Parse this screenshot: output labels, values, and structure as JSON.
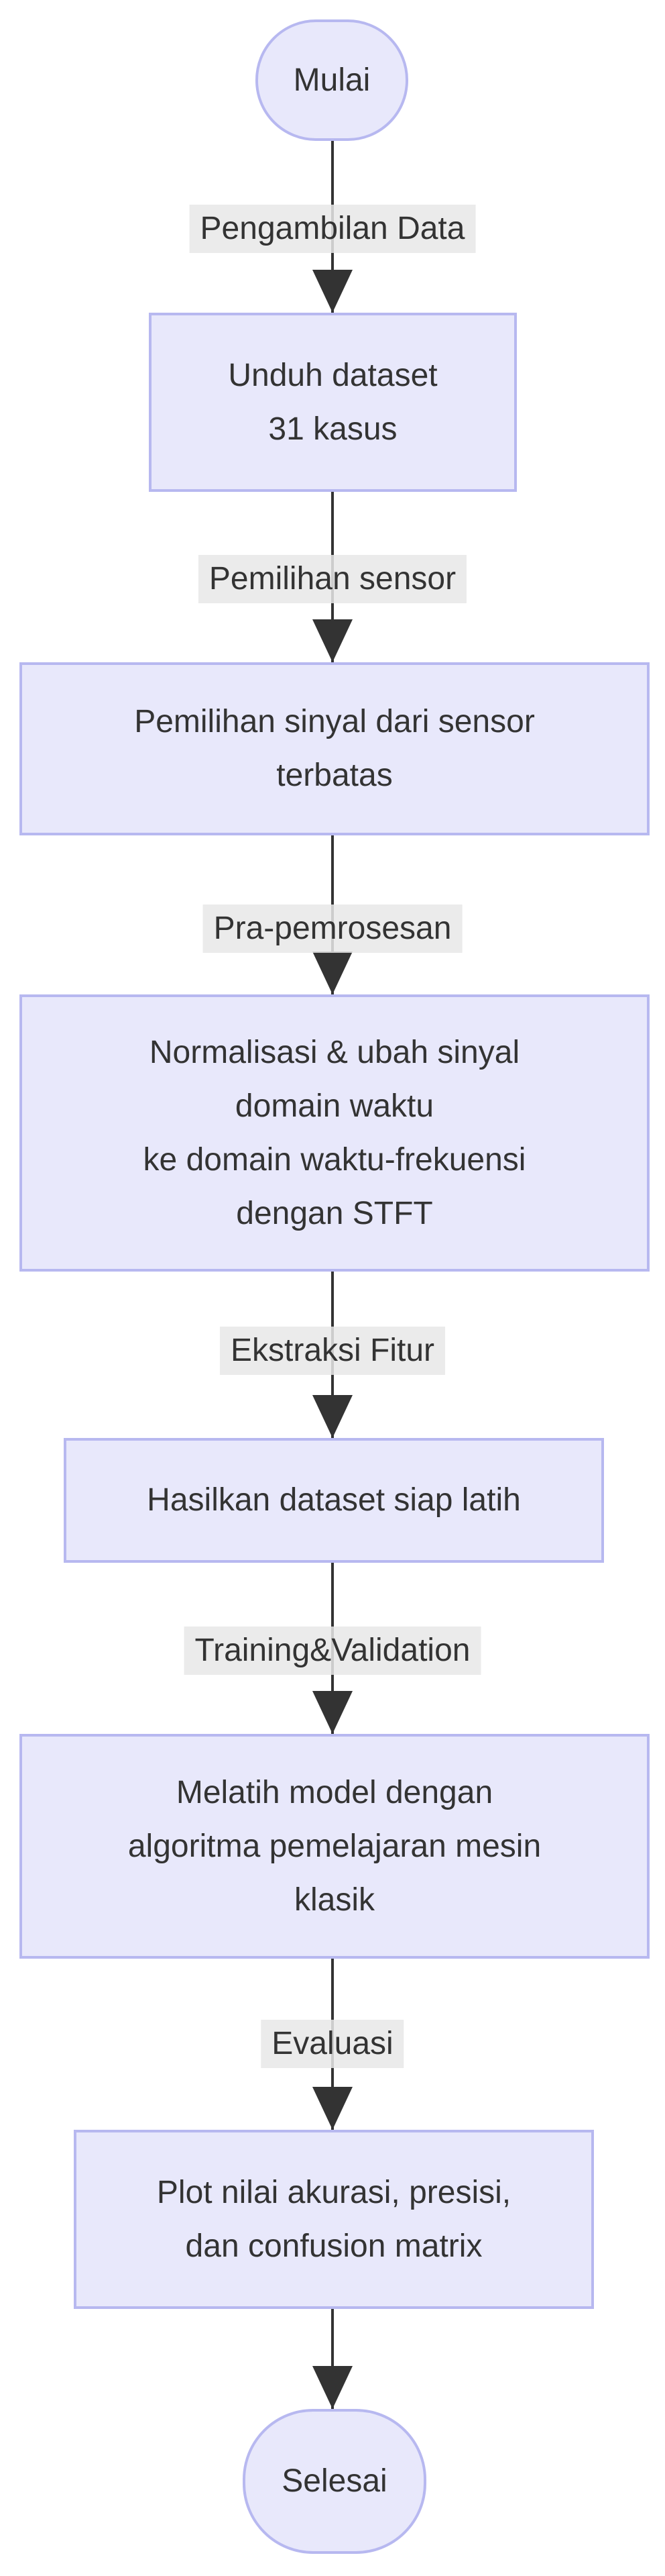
{
  "diagram": {
    "type": "flowchart-top-down",
    "background": "#ffffff",
    "node_fill_color": "#e8e8fb",
    "node_border_color": "#b7b8f0",
    "text_color": "#333333",
    "edge_color": "#333333",
    "edge_label_bg_color": "#e8e8e8",
    "nodes": [
      {
        "id": "start",
        "shape": "stadium",
        "label": "Mulai"
      },
      {
        "id": "download-dataset",
        "shape": "rect",
        "label": "Unduh dataset\n31 kasus"
      },
      {
        "id": "signal-selection",
        "shape": "rect",
        "label": "Pemilihan sinyal dari sensor\nterbatas"
      },
      {
        "id": "preprocessing",
        "shape": "rect",
        "label": "Normalisasi & ubah sinyal\ndomain waktu\nke domain waktu-frekuensi\ndengan STFT"
      },
      {
        "id": "dataset-ready",
        "shape": "rect",
        "label": "Hasilkan dataset siap latih"
      },
      {
        "id": "train-model",
        "shape": "rect",
        "label": "Melatih model dengan\nalgoritma pemelajaran mesin\nklasik"
      },
      {
        "id": "plot-results",
        "shape": "rect",
        "label": "Plot nilai akurasi, presisi,\ndan confusion matrix"
      },
      {
        "id": "end",
        "shape": "stadium",
        "label": "Selesai"
      }
    ],
    "edges": [
      {
        "from": "start",
        "to": "download-dataset",
        "label": "Pengambilan Data"
      },
      {
        "from": "download-dataset",
        "to": "signal-selection",
        "label": "Pemilihan sensor"
      },
      {
        "from": "signal-selection",
        "to": "preprocessing",
        "label": "Pra-pemrosesan"
      },
      {
        "from": "preprocessing",
        "to": "dataset-ready",
        "label": "Ekstraksi Fitur"
      },
      {
        "from": "dataset-ready",
        "to": "train-model",
        "label": "Training&Validation"
      },
      {
        "from": "train-model",
        "to": "plot-results",
        "label": "Evaluasi"
      },
      {
        "from": "plot-results",
        "to": "end",
        "label": ""
      }
    ]
  }
}
